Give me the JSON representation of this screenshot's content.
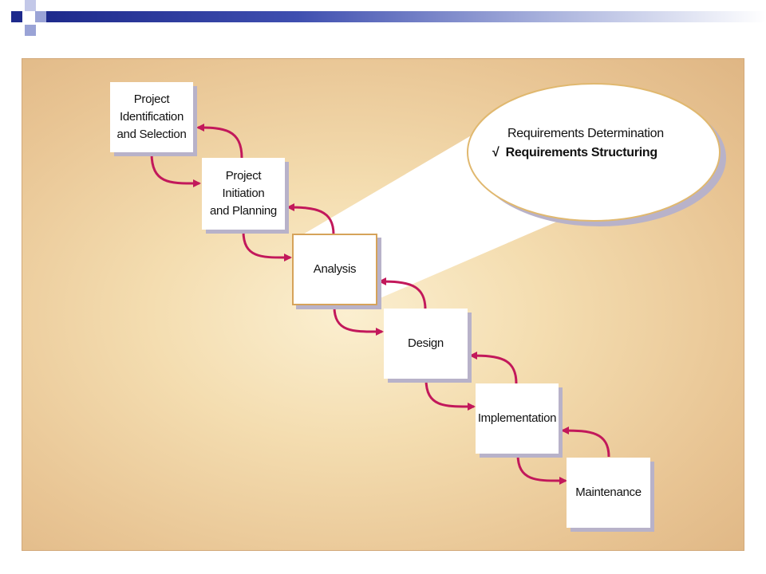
{
  "stages": [
    {
      "id": "identification",
      "label": "Project\nIdentification\nand Selection"
    },
    {
      "id": "initiation",
      "label": "Project\nInitiation\nand Planning"
    },
    {
      "id": "analysis",
      "label": "Analysis"
    },
    {
      "id": "design",
      "label": "Design"
    },
    {
      "id": "implementation",
      "label": "Implementation"
    },
    {
      "id": "maintenance",
      "label": "Maintenance"
    }
  ],
  "callout": {
    "item1": "Requirements Determination",
    "check_mark": "√",
    "item2": "Requirements Structuring"
  },
  "colors": {
    "arrow": "#c2185b",
    "title_bar": "#1e2a8c",
    "panel": "#e8c493"
  }
}
